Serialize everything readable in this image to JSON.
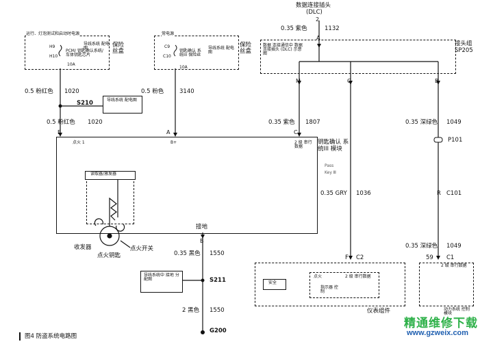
{
  "dlc": {
    "title": "数据连接插头",
    "sub": "(DLC)",
    "pin": "2",
    "wire": "0.35  紫色",
    "circuit": "1132",
    "conn": "A"
  },
  "fuse_left": {
    "header": "运行、灯泡测试和启动时电源",
    "pin_top": "H9",
    "pin_bot": "H10",
    "fuse_name": "PCM/ 钥匙确认系统/ 车体钥匙芯片",
    "rating": "10A",
    "note": "导线系统 配电图",
    "side": "保险 丝盒"
  },
  "fuse_mid": {
    "header": "常电源",
    "pin_top": "C9",
    "pin_bot": "C10",
    "fuse_name": "钥匙确认 系统III 保险丝",
    "rating": "10A",
    "note": "导线系统 配电图",
    "side": "保险 丝盒"
  },
  "splice": {
    "title": "接头组",
    "id": "SP205",
    "note": "数据 连接通信中 数据连接插头 (DLC) 示意图",
    "pins": [
      "M",
      "G",
      "B"
    ]
  },
  "wires": {
    "w1020a": {
      "gauge": "0.5  粉红色",
      "circuit": "1020"
    },
    "w3140": {
      "gauge": "0.5  粉色",
      "circuit": "3140"
    },
    "s210": "S210",
    "s210_note": "导线系统 配电图",
    "w1020b": {
      "gauge": "0.5  粉红色",
      "circuit": "1020"
    },
    "w1807": {
      "gauge": "0.35  紫色",
      "circuit": "1807"
    },
    "w1049a": {
      "gauge": "0.35  深绿色",
      "circuit": "1049"
    },
    "p101": "P101",
    "c101_pin": "R",
    "c101": "C101",
    "w1036": {
      "gauge": "0.35 GRY",
      "circuit": "1036"
    },
    "w1049b": {
      "gauge": "0.35  深绿色",
      "circuit": "1049"
    },
    "w1550a": {
      "gauge": "0.35  黑色",
      "circuit": "1550"
    },
    "s211": "S211",
    "s211_note": "导线系统中 接地 分配图",
    "w1550b": {
      "gauge": "2  黑色",
      "circuit": "1550"
    },
    "g200": "G200"
  },
  "module": {
    "pin_e": "E",
    "pin_e_label": "点火 1",
    "pin_a": "A",
    "pin_a_label": "B+",
    "pin_c": "C",
    "pin_c_label": "2 级 串行数据",
    "name": "钥匙确认 系统III 模块",
    "passkey": "Pass Key Ⅲ",
    "reader": "读取器/激发器",
    "transceiver": "收发器",
    "key": "点火钥匙",
    "switch": "点火开关",
    "ground": "接地",
    "pin_b": "B"
  },
  "ipc": {
    "pin_f": "F",
    "c2": "C2",
    "security": "安全",
    "ignition": "点火",
    "data": "2 级 串行数据",
    "indicator": "指示器 控制",
    "name": "仪表组件"
  },
  "pcm": {
    "pin": "59",
    "c1": "C1",
    "data": "2 级 串行数据",
    "name": "动力系统 控制模块"
  },
  "caption": "图4   防盗系统电路图",
  "watermark": {
    "cn": "精通维修下载",
    "url": "www.gzweix.com"
  }
}
